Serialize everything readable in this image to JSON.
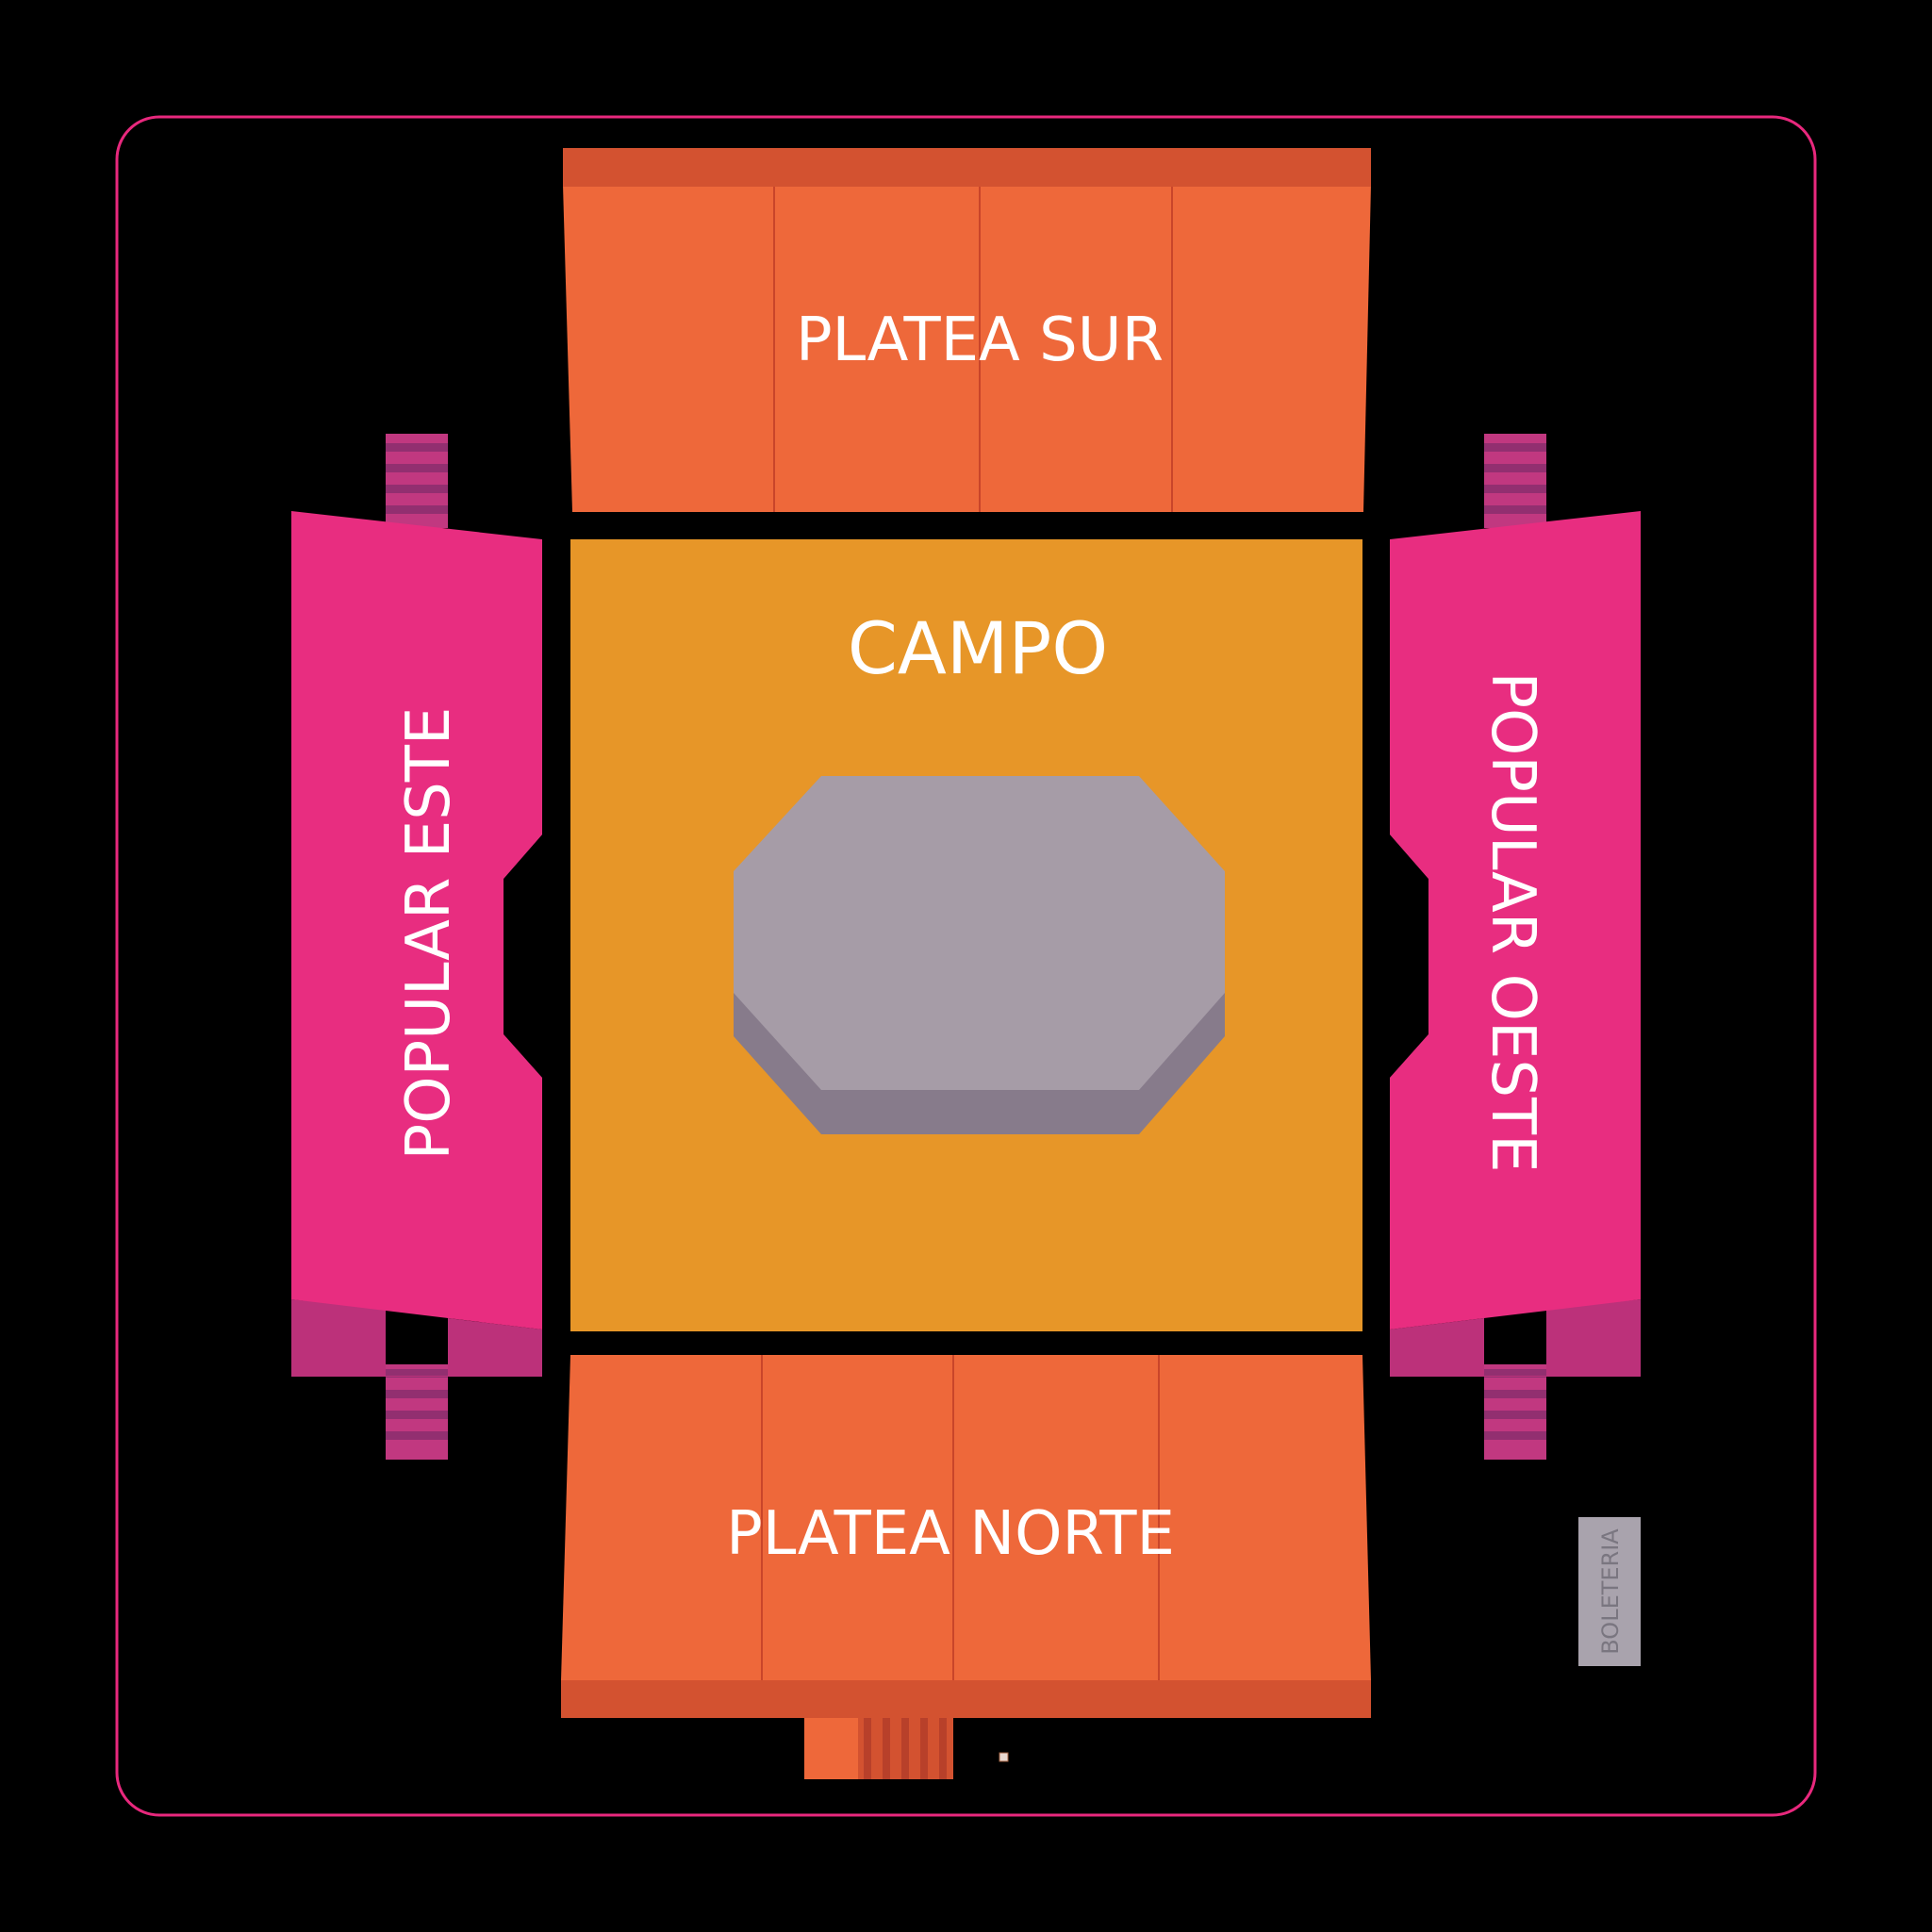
{
  "venue_map": {
    "sections": {
      "platea_sur": {
        "label": "PLATEA SUR"
      },
      "campo": {
        "label": "CAMPO"
      },
      "popular_este": {
        "label": "POPULAR ESTE"
      },
      "popular_oeste": {
        "label": "POPULAR OESTE"
      },
      "platea_norte": {
        "label": "PLATEA NORTE"
      },
      "boleteria": {
        "label": "BOLETERIA"
      }
    },
    "colors": {
      "background": "#000000",
      "border": "#e8287d",
      "platea": "#ee683a",
      "platea_dark": "#d35230",
      "platea_divider": "#c9452a",
      "campo": "#e79628",
      "stage_top": "#a69ca7",
      "stage_side": "#877b8b",
      "popular": "#e82d80",
      "popular_dark": "#bc317a",
      "stairs_light": "#c13880",
      "stairs_dark": "#922f70",
      "boleteria": "#a9a3ad"
    }
  }
}
